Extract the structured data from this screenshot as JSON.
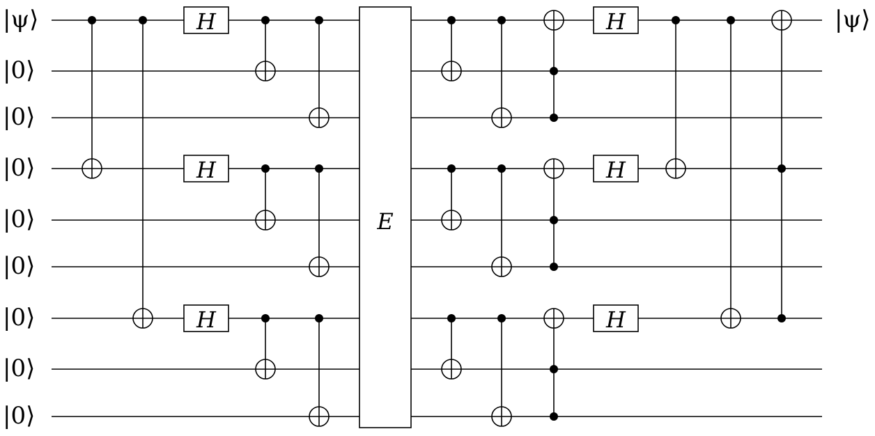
{
  "circuit": {
    "input_labels": [
      "|ψ⟩",
      "|0⟩",
      "|0⟩",
      "|0⟩",
      "|0⟩",
      "|0⟩",
      "|0⟩",
      "|0⟩",
      "|0⟩"
    ],
    "output_labels": [
      "|ψ⟩"
    ],
    "gate_h_label": "H",
    "gate_e_label": "E"
  }
}
